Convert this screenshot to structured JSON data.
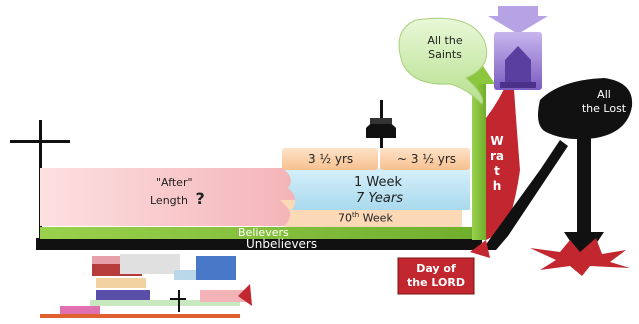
{
  "labels": {
    "after": "\"After\"",
    "length": "Length",
    "question": "?",
    "half_a": "3 ½ yrs",
    "half_b": "~ 3 ½ yrs",
    "one_week": "1 Week",
    "seven_years": "7 Years",
    "seventieth_num": "70",
    "seventieth_sup": "th",
    "seventieth_word": " Week",
    "believers": "Believers",
    "unbelievers": "Unbelievers",
    "wrath": "Wrath",
    "saints_line1": "All the",
    "saints_line2": "Saints",
    "lost_line1": "All",
    "lost_line2": "the Lost",
    "day_line1": "Day of",
    "day_line2": "the LORD"
  },
  "colors": {
    "after_band": "#f6c1c4",
    "half_band": "#fbd3b0",
    "week_band": "#bfe4f2",
    "believers_line": "#8cc63f",
    "unbelievers_line": "#111111",
    "wrath": "#c2262e",
    "saints_bubble": "#cfeeb0",
    "throne_arrow": "#9b7fd1",
    "lost_bubble": "#111111"
  }
}
